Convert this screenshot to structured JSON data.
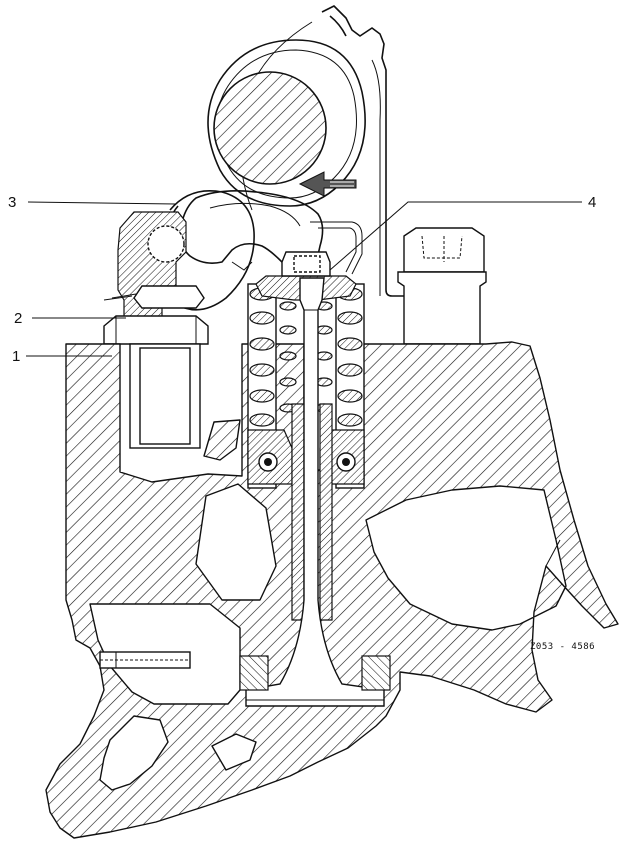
{
  "figure": {
    "reference_code": "Z053 - 4586",
    "callouts": [
      {
        "id": "1",
        "label": "1"
      },
      {
        "id": "2",
        "label": "2"
      },
      {
        "id": "3",
        "label": "3"
      },
      {
        "id": "4",
        "label": "4"
      }
    ]
  }
}
